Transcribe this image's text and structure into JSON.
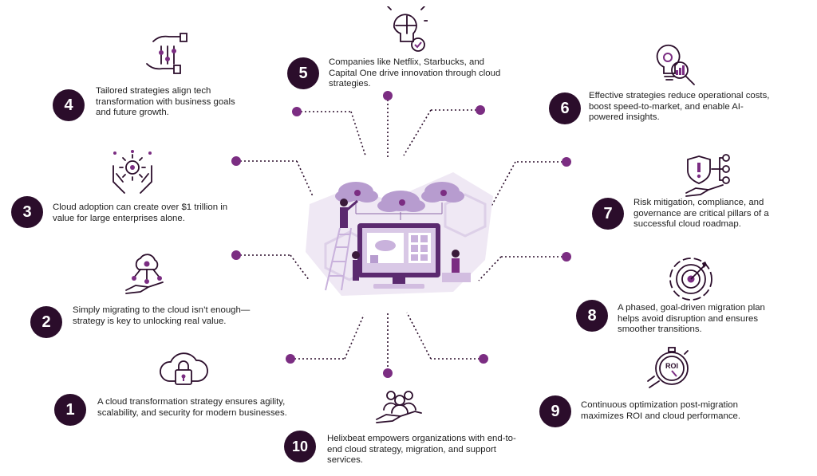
{
  "items": [
    {
      "number": "1",
      "text": "A cloud transformation strategy ensures agility, scalability, and security for modern businesses.",
      "icon": "cloud-lock-icon"
    },
    {
      "number": "2",
      "text": "Simply migrating to the cloud isn’t enough—strategy is key to unlocking real value.",
      "icon": "cloud-network-hand-icon"
    },
    {
      "number": "3",
      "text": "Cloud adoption can create over $1 trillion in value for large enterprises alone.",
      "icon": "gear-hands-icon"
    },
    {
      "number": "4",
      "text": "Tailored strategies align tech transformation with business goals and future growth.",
      "icon": "hand-sliders-icon"
    },
    {
      "number": "5",
      "text": "Companies like Netflix, Starbucks, and Capital One drive innovation through cloud strategies.",
      "icon": "puzzle-lightbulb-icon"
    },
    {
      "number": "6",
      "text": "Effective strategies reduce operational costs, boost speed-to-market, and enable AI-powered insights.",
      "icon": "bulb-magnifier-icon"
    },
    {
      "number": "7",
      "text": "Risk mitigation, compliance, and governance are critical pillars of a successful cloud roadmap.",
      "icon": "shield-hand-icon"
    },
    {
      "number": "8",
      "text": "A phased, goal-driven migration plan helps avoid disruption and ensures smoother transitions.",
      "icon": "target-icon"
    },
    {
      "number": "9",
      "text": "Continuous optimization post-migration maximizes ROI and cloud performance.",
      "icon": "roi-stopwatch-icon"
    },
    {
      "number": "10",
      "text": "Helixbeat empowers organizations with end-to-end cloud strategy, migration, and support services.",
      "icon": "team-hand-icon"
    }
  ],
  "hero": {
    "icon": "cloud-computing-illustration"
  },
  "colors": {
    "badge": "#2b0d2b",
    "accent": "#7b2d82",
    "light": "#e7dcef",
    "mid": "#b79ccf"
  }
}
